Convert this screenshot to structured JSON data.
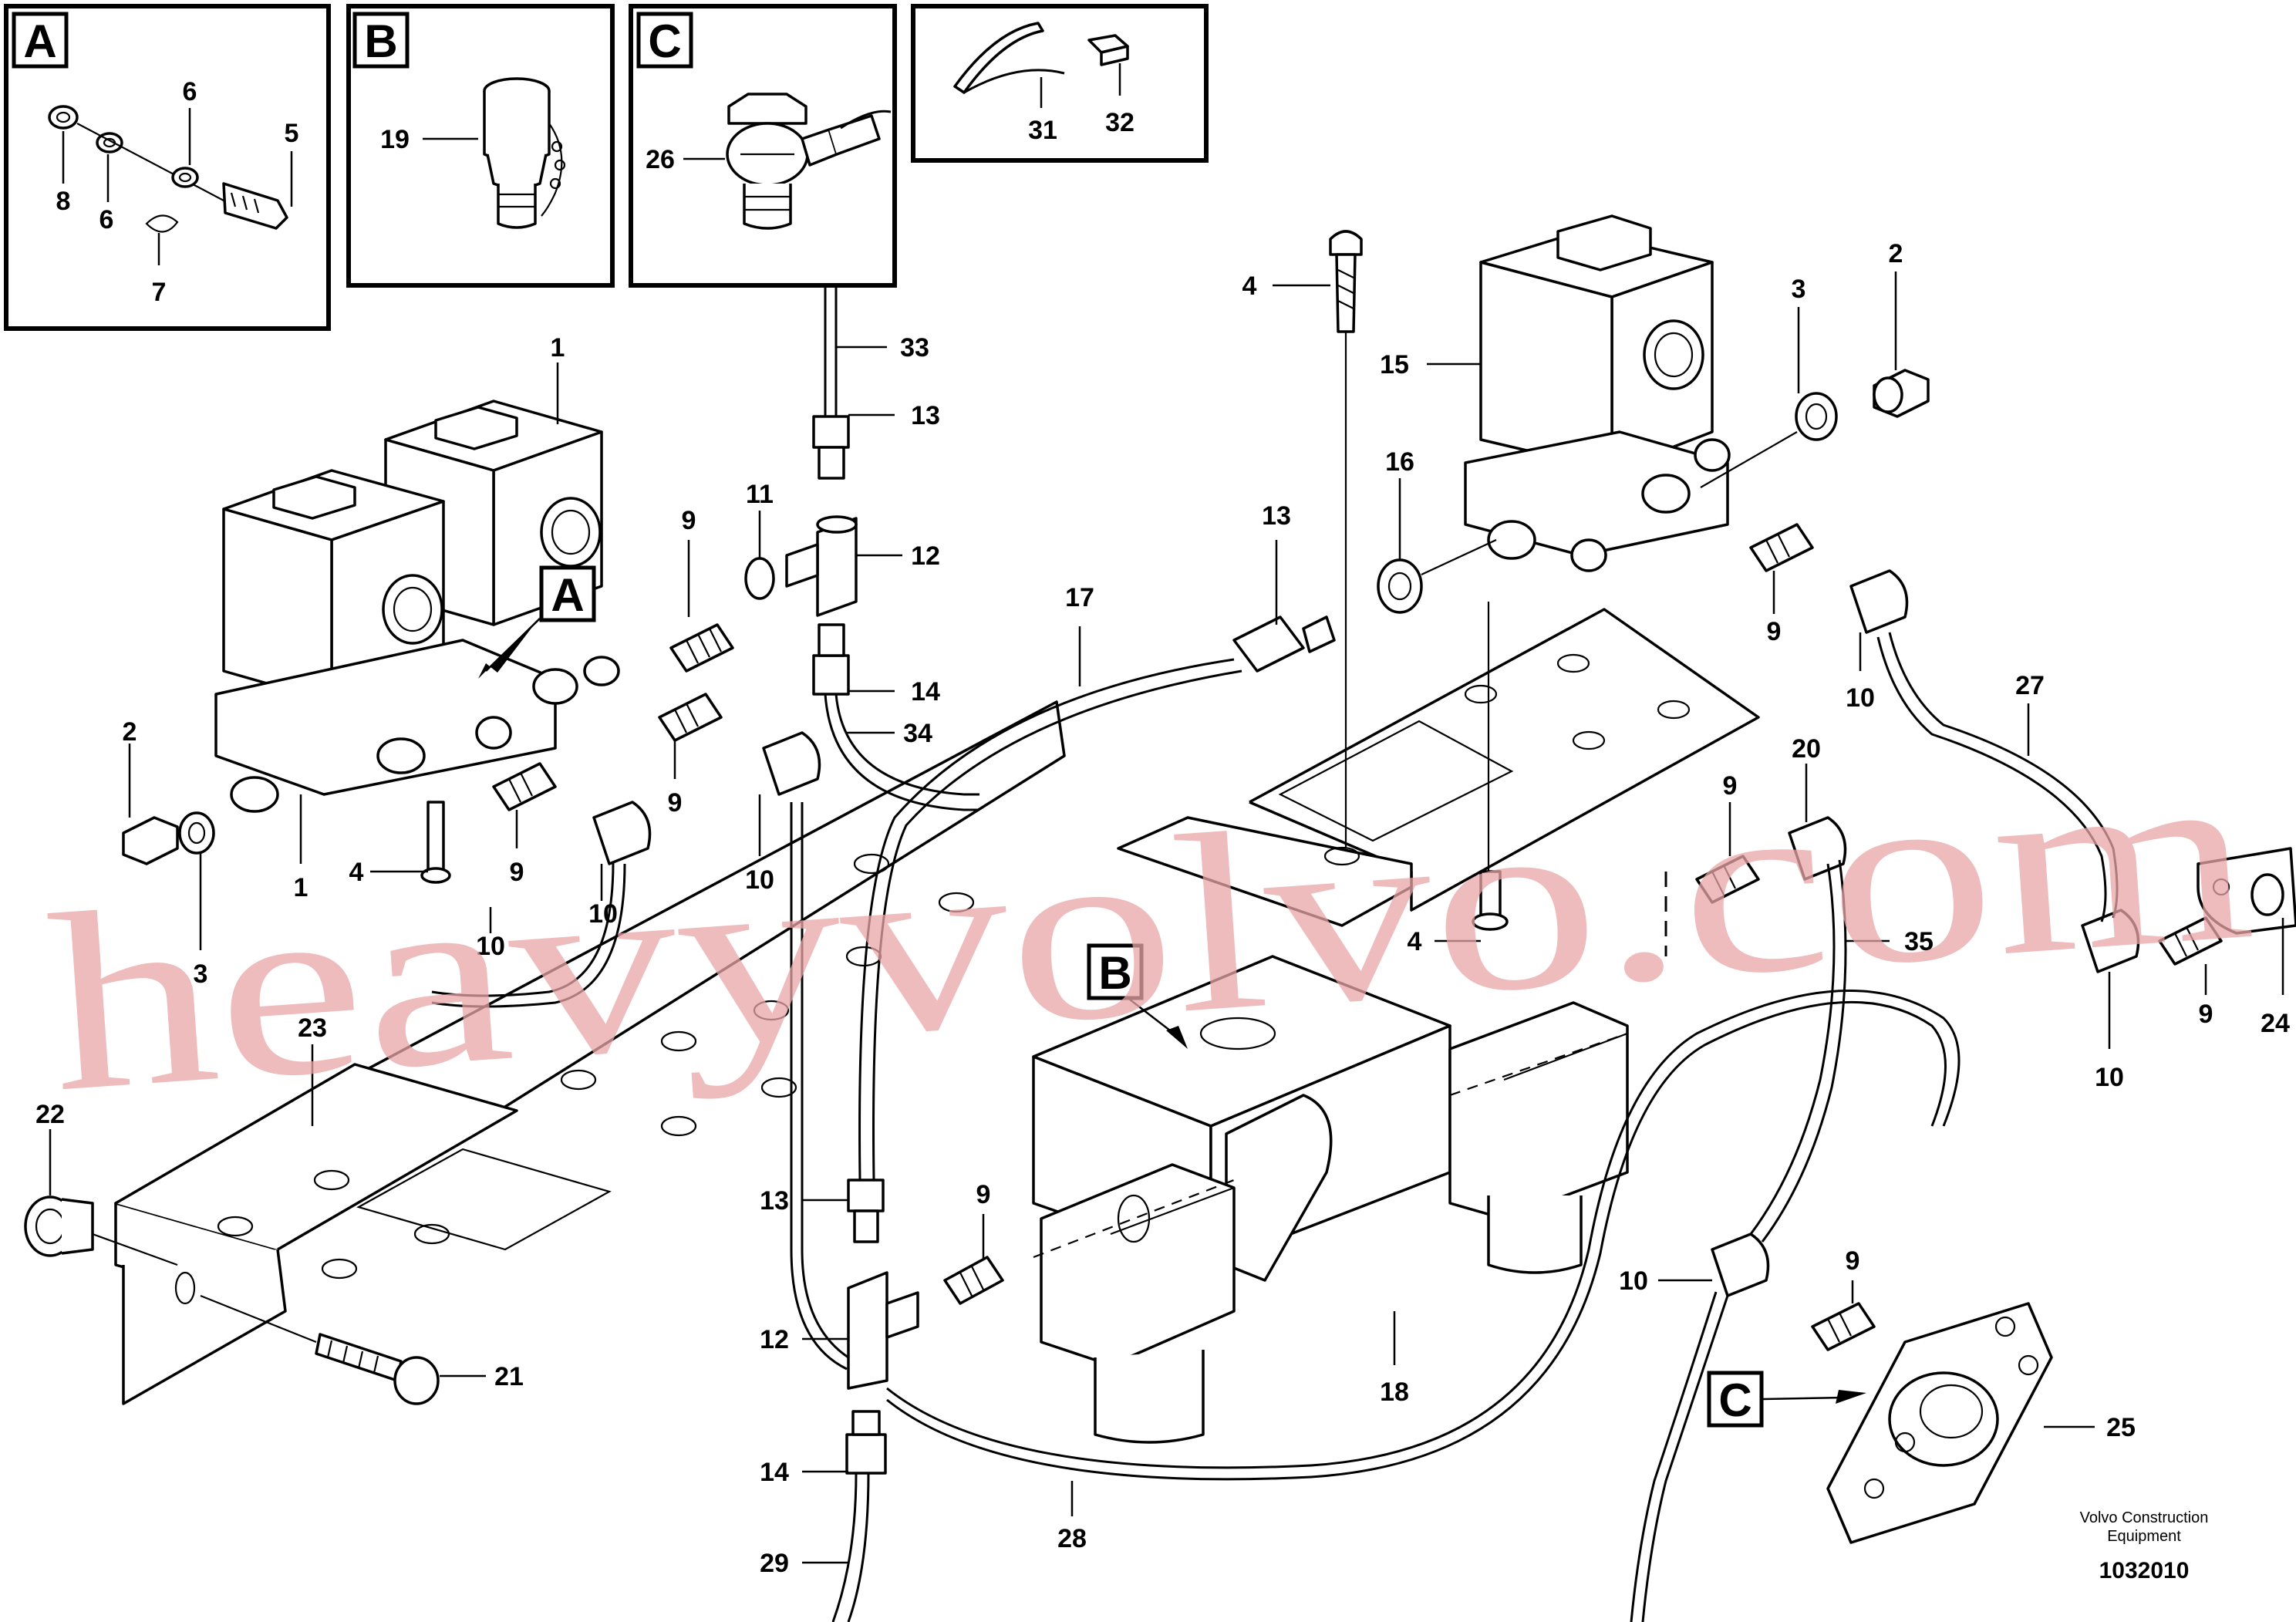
{
  "inset_boxes": [
    {
      "id": "A",
      "letter": "A",
      "labels": {
        "n8": "8",
        "n6a": "6",
        "n6b": "6",
        "n5": "5",
        "n7": "7"
      }
    },
    {
      "id": "B",
      "letter": "B",
      "labels": {
        "n19": "19"
      }
    },
    {
      "id": "C",
      "letter": "C",
      "labels": {
        "n26": "26"
      }
    },
    {
      "id": "D",
      "letter": "",
      "labels": {
        "n31": "31",
        "n32": "32"
      }
    }
  ],
  "callouts": {
    "A": "A",
    "B": "B",
    "C": "C"
  },
  "part_numbers": {
    "p1_top": "1",
    "p1_bot": "1",
    "p2_left": "2",
    "p2_right": "2",
    "p3_left": "3",
    "p3_right": "3",
    "p4_left": "4",
    "p4_top": "4",
    "p4_mid": "4",
    "p9_a": "9",
    "p9_b": "9",
    "p9_c": "9",
    "p9_d": "9",
    "p9_e": "9",
    "p9_f": "9",
    "p9_g": "9",
    "p9_h": "9",
    "p10_a": "10",
    "p10_b": "10",
    "p10_c": "10",
    "p10_d": "10",
    "p10_e": "10",
    "p10_f": "10",
    "p11": "11",
    "p12_top": "12",
    "p12_bot": "12",
    "p13_top": "13",
    "p13_mid": "13",
    "p13_bot": "13",
    "p14_top": "14",
    "p14_bot": "14",
    "p15": "15",
    "p16": "16",
    "p17": "17",
    "p18": "18",
    "p20": "20",
    "p21": "21",
    "p22": "22",
    "p23": "23",
    "p24": "24",
    "p25": "25",
    "p27": "27",
    "p28": "28",
    "p29": "29",
    "p33": "33",
    "p34": "34",
    "p35": "35"
  },
  "watermark": "heavyvolvo.com",
  "credit": {
    "line1": "Volvo Construction",
    "line2": "Equipment"
  },
  "document_number": "1032010"
}
